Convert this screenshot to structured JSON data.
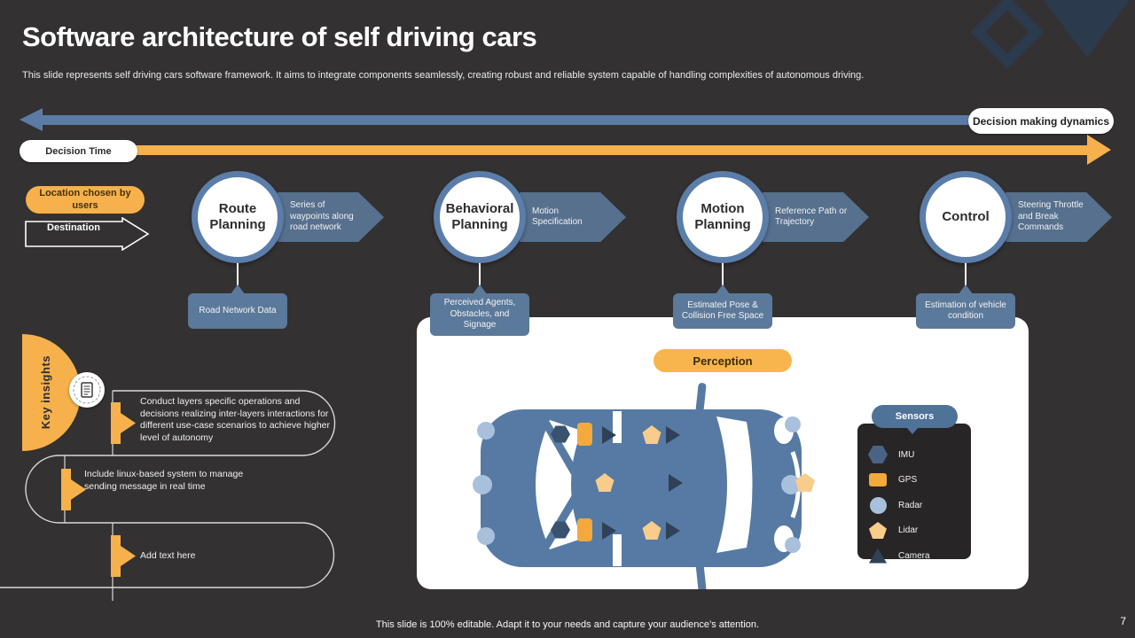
{
  "slide": {
    "title": "Software architecture of self driving cars",
    "subtitle": "This slide represents self driving cars software framework. It aims to integrate components seamlessly, creating robust and reliable system capable of handling complexities of autonomous driving.",
    "footer": "This slide is 100% editable. Adapt it to your needs and capture your audience’s attention.",
    "page_number": "7"
  },
  "timeline": {
    "dynamics_label": "Decision making dynamics",
    "time_label": "Decision Time"
  },
  "inputs": {
    "location_label": "Location chosen by users",
    "destination_label": "Destination"
  },
  "stages": [
    {
      "name": "Route Planning",
      "output": "Series of waypoints along road network",
      "input": "Road Network Data"
    },
    {
      "name": "Behavioral Planning",
      "output": "Motion Specification",
      "input": "Perceived Agents, Obstacles, and Signage"
    },
    {
      "name": "Motion Planning",
      "output": "Reference Path or Trajectory",
      "input": "Estimated Pose & Collision Free Space"
    },
    {
      "name": "Control",
      "output": "Steering Throttle and Break Commands",
      "input": "Estimation of vehicle condition"
    }
  ],
  "perception_label": "Perception",
  "sensors": {
    "title": "Sensors",
    "items": [
      {
        "label": "IMU",
        "icon": "hexagon-imu-icon",
        "color": "#4a6385"
      },
      {
        "label": "GPS",
        "icon": "square-gps-icon",
        "color": "#f3a93c"
      },
      {
        "label": "Radar",
        "icon": "circle-radar-icon",
        "color": "#a9c0dc"
      },
      {
        "label": "Lidar",
        "icon": "pentagon-lidar-icon",
        "color": "#f8cc8b"
      },
      {
        "label": "Camera",
        "icon": "triangle-camera-icon",
        "color": "#2e4157"
      }
    ]
  },
  "key_insights": {
    "title": "Key insights",
    "items": [
      "Conduct layers specific operations and decisions realizing inter-layers interactions for different use-case scenarios to achieve higher level of autonomy",
      "Include  linux-based system to manage  sending message in real time",
      "Add text here"
    ]
  },
  "colors": {
    "background": "#333131",
    "accent_blue": "#5b7ba4",
    "accent_orange": "#f6b14c",
    "panel_blue": "#5b799a",
    "navy": "#2c3a4d",
    "light_blue": "#a9c0dc",
    "light_orange": "#f8cc8b"
  }
}
